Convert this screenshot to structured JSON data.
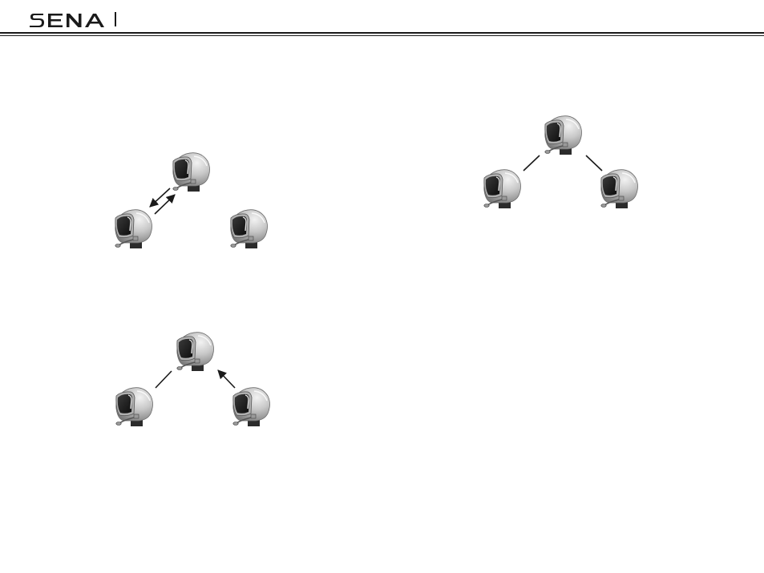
{
  "header": {
    "brand": "SENA",
    "brand_color": "#1a1a1a"
  },
  "diagrams": [
    {
      "id": "diagram-a",
      "helmets": 3,
      "links": [
        "bidirectional-arrows"
      ]
    },
    {
      "id": "diagram-b",
      "helmets": 3,
      "links": [
        "line",
        "arrow"
      ]
    },
    {
      "id": "diagram-c",
      "helmets": 3,
      "links": [
        "line",
        "line"
      ]
    }
  ],
  "icons": {
    "helmet": "helmet-with-headset-icon"
  },
  "colors": {
    "helmet_shell_light": "#d9d9d9",
    "helmet_shell_dark": "#8c8c8c",
    "visor": "#1f1f1f",
    "line": "#1a1a1a"
  }
}
